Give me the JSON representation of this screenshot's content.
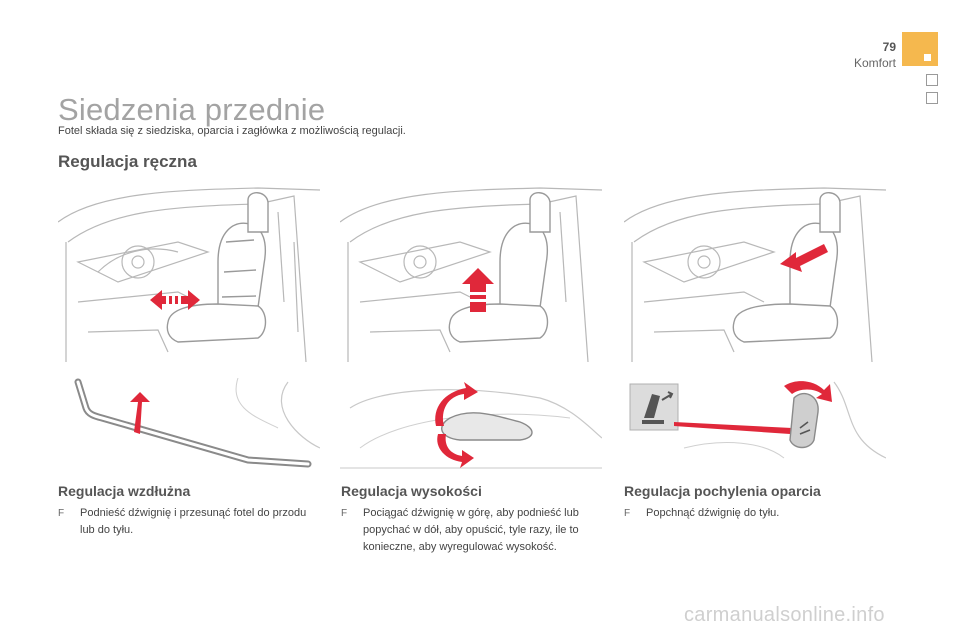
{
  "header": {
    "page_number": "79",
    "section": "Komfort",
    "accent_color": "#f5b84e"
  },
  "title": "Siedzenia przednie",
  "intro": "Fotel składa się z siedziska, oparcia i zagłówka z możliwością regulacji.",
  "subtitle": "Regulacja ręczna",
  "columns": [
    {
      "heading": "Regulacja wzdłużna",
      "bullet_mark": "F",
      "text": "Podnieść dźwignię i przesunąć fotel do przodu lub do tyłu."
    },
    {
      "heading": "Regulacja wysokości",
      "bullet_mark": "F",
      "text": "Pociągać dźwignię w górę, aby podnieść lub popychać w dół, aby opuścić, tyle razy, ile to konieczne, aby wyregulować wysokość."
    },
    {
      "heading": "Regulacja pochylenia oparcia",
      "bullet_mark": "F",
      "text": "Popchnąć dźwignię do tyłu."
    }
  ],
  "illustration_colors": {
    "arrow": "#e0283a",
    "line": "#b8b8b8",
    "seat": "#9a9a9a"
  },
  "footer": "carmanualsonline.info"
}
